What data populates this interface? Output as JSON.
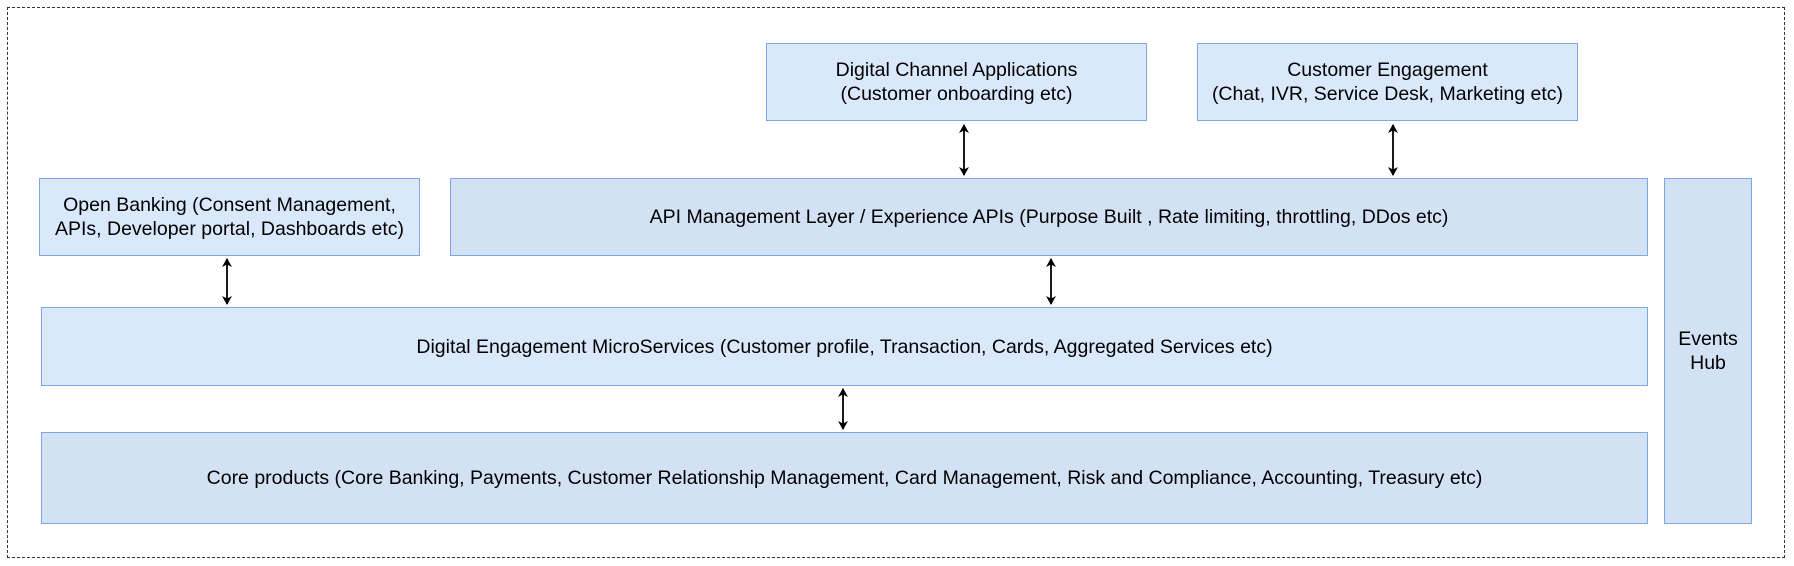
{
  "diagram": {
    "digital_channel": "Digital Channel Applications\n(Customer onboarding etc)",
    "customer_engagement": "Customer Engagement\n(Chat, IVR, Service Desk, Marketing etc)",
    "open_banking": "Open Banking (Consent Management,\nAPIs, Developer portal, Dashboards etc)",
    "api_management": "API Management Layer / Experience APIs (Purpose Built , Rate limiting, throttling, DDos etc)",
    "microservices": "Digital Engagement MicroServices (Customer profile, Transaction, Cards, Aggregated Services etc)",
    "core_products": "Core products (Core Banking, Payments, Customer Relationship Management, Card Management, Risk and Compliance, Accounting, Treasury etc)",
    "events_hub": "Events\nHub"
  },
  "colors": {
    "box_fill_light": "#dae8fc",
    "box_fill_mid": "#d3e1f5",
    "box_stroke": "#7ea6e0",
    "frame_stroke": "#333333"
  }
}
